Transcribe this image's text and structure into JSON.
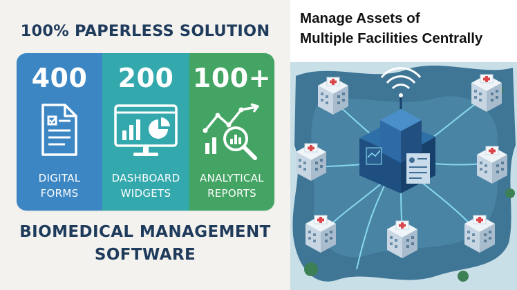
{
  "left_panel": {
    "headline": "100% PAPERLESS SOLUTION",
    "stats": [
      {
        "value": "400",
        "label_line1": "DIGITAL",
        "label_line2": "FORMS",
        "icon": "document-form-icon",
        "color": "#3c86c4"
      },
      {
        "value": "200",
        "label_line1": "DASHBOARD",
        "label_line2": "WIDGETS",
        "icon": "monitor-chart-icon",
        "color": "#33a8ad"
      },
      {
        "value": "100+",
        "label_line1": "ANALYTICAL",
        "label_line2": "REPORTS",
        "icon": "analytics-magnifier-icon",
        "color": "#43a463"
      }
    ],
    "footer_line1": "BIOMEDICAL MANAGEMENT",
    "footer_line2": "SOFTWARE"
  },
  "right_panel": {
    "title_line1": "Manage Assets of",
    "title_line2": "Multiple Facilities Centrally",
    "illustration": "central-server-network-hospitals-illustration"
  },
  "colors": {
    "heading": "#1f3b5c",
    "blue": "#3c86c4",
    "teal": "#33a8ad",
    "green": "#43a463",
    "map_bg": "#c9dfe7",
    "map_land": "#3f7696"
  }
}
